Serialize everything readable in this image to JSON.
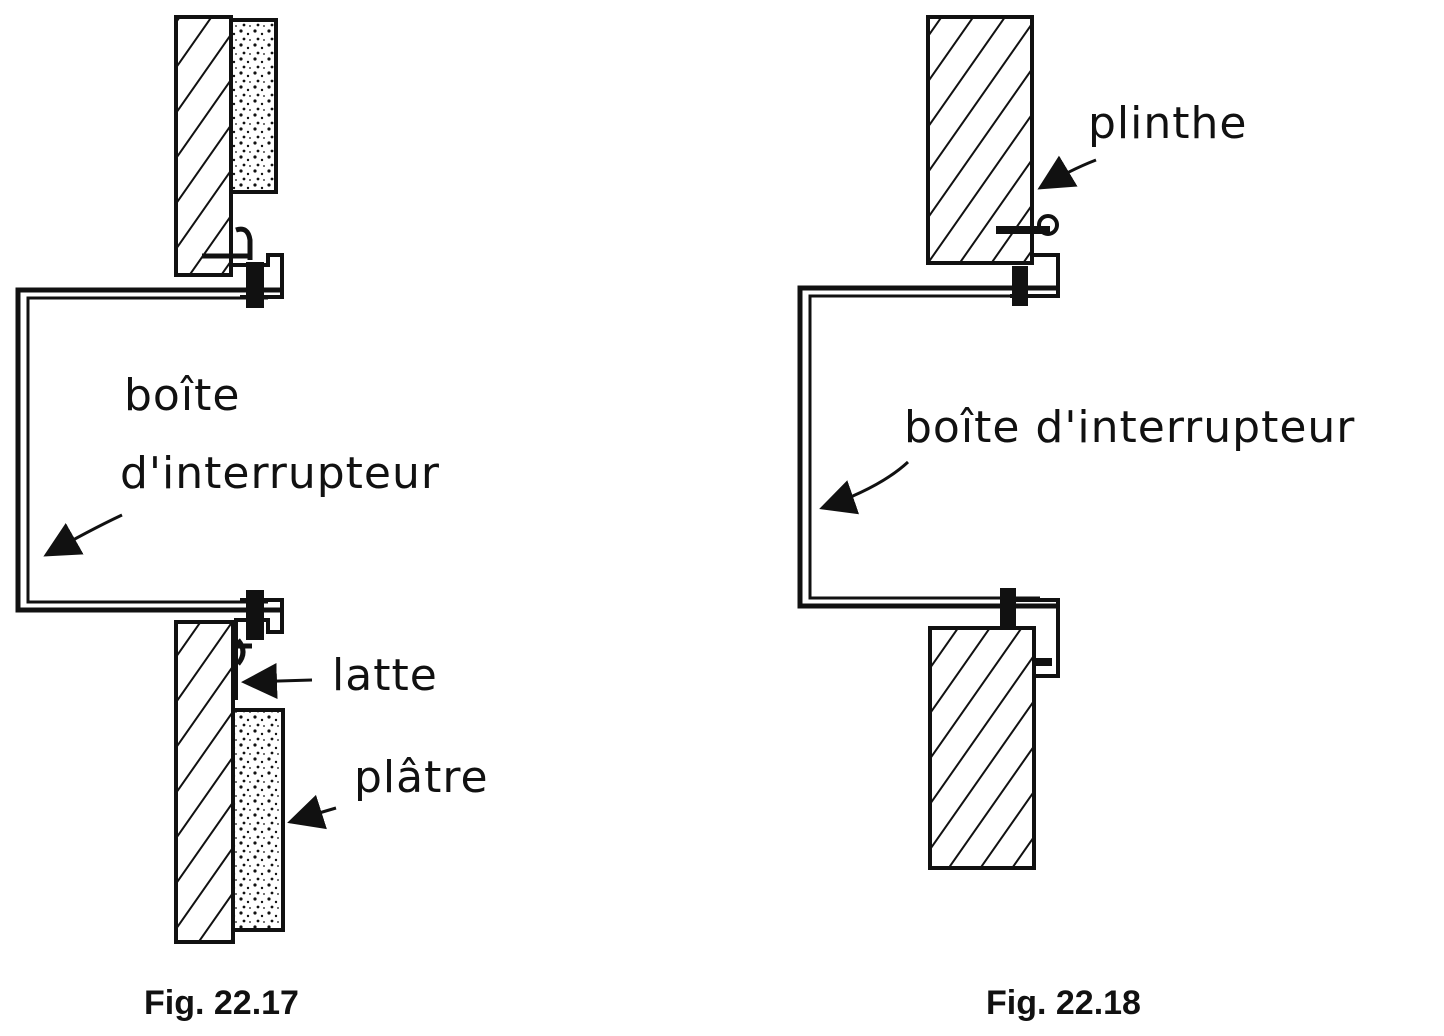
{
  "figures": [
    {
      "caption": "Fig. 22.17",
      "labels": {
        "box_line1": "boîte",
        "box_line2": "d'interrupteur",
        "lath": "latte",
        "plaster": "plâtre"
      }
    },
    {
      "caption": "Fig. 22.18",
      "labels": {
        "baseboard": "plinthe",
        "box": "boîte d'interrupteur"
      }
    }
  ]
}
